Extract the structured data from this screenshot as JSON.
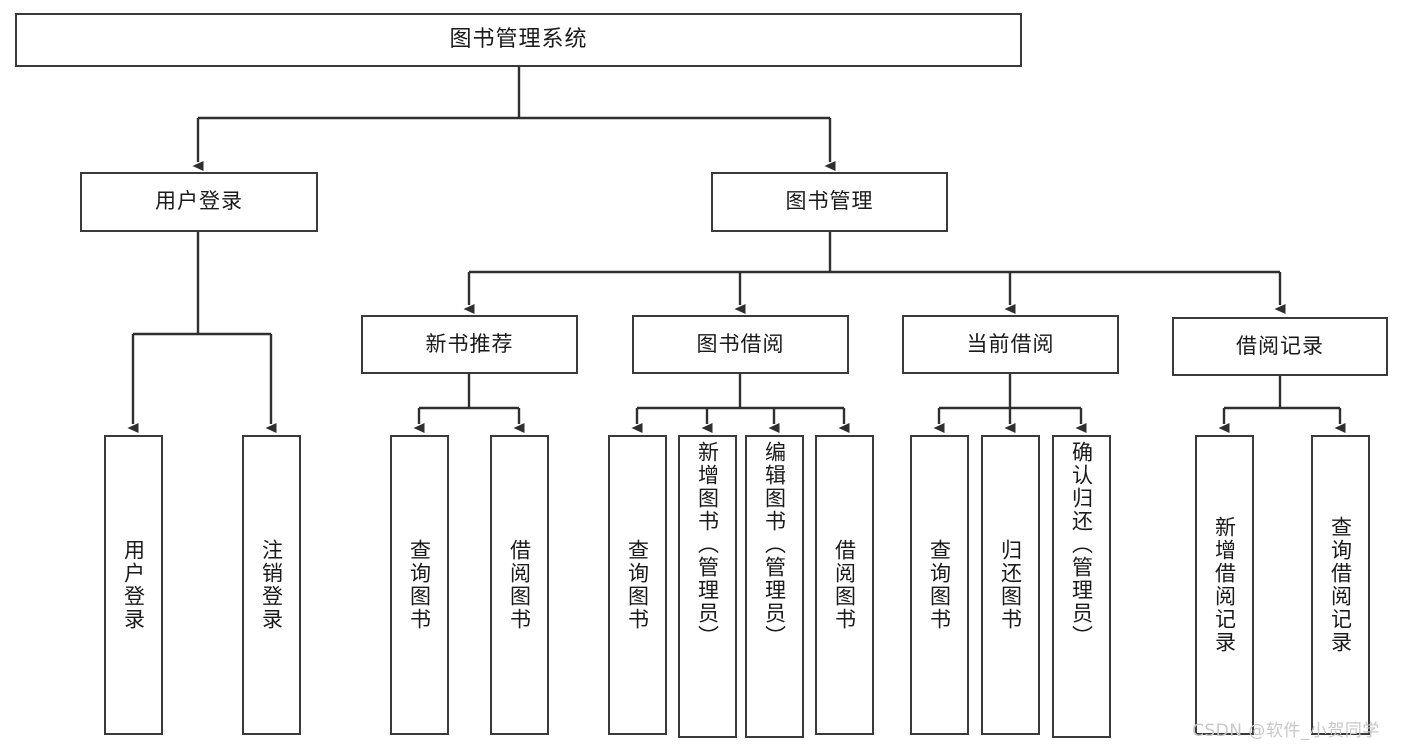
{
  "diagram": {
    "title": "图书管理系统",
    "watermark": "CSDN @软件_小贺同学",
    "line_color": "#3a3a3a",
    "box_fill": "#ffffff",
    "text_color": "#1a1a1a",
    "watermark_color": "#c8c8c8"
  },
  "nodes": {
    "root": {
      "label": "图书管理系统"
    },
    "level1": [
      {
        "id": "user-login",
        "label": "用户登录"
      },
      {
        "id": "book-manage",
        "label": "图书管理"
      }
    ],
    "level2": [
      {
        "id": "new-book-recommend",
        "label": "新书推荐"
      },
      {
        "id": "book-borrow",
        "label": "图书借阅"
      },
      {
        "id": "current-borrow",
        "label": "当前借阅"
      },
      {
        "id": "borrow-record",
        "label": "借阅记录"
      }
    ],
    "leaves": {
      "user-login": [
        {
          "id": "leaf-user-login",
          "label": "用户登录"
        },
        {
          "id": "leaf-user-logout",
          "label": "注销登录"
        }
      ],
      "new-book-recommend": [
        {
          "id": "leaf-query-book-1",
          "label": "查询图书"
        },
        {
          "id": "leaf-borrow-book-1",
          "label": "借阅图书"
        }
      ],
      "book-borrow": [
        {
          "id": "leaf-query-book-2",
          "label": "查询图书"
        },
        {
          "id": "leaf-add-book-admin",
          "label": "新增图书（管理员）"
        },
        {
          "id": "leaf-edit-book-admin",
          "label": "编辑图书（管理员）"
        },
        {
          "id": "leaf-borrow-book-2",
          "label": "借阅图书"
        }
      ],
      "current-borrow": [
        {
          "id": "leaf-query-book-3",
          "label": "查询图书"
        },
        {
          "id": "leaf-return-book",
          "label": "归还图书"
        },
        {
          "id": "leaf-confirm-return-admin",
          "label": "确认归还（管理员）"
        }
      ],
      "borrow-record": [
        {
          "id": "leaf-add-borrow-record",
          "label": "新增借阅记录"
        },
        {
          "id": "leaf-query-borrow-record",
          "label": "查询借阅记录"
        }
      ]
    }
  },
  "chart_data": {
    "type": "tree",
    "title": "图书管理系统 功能结构图",
    "root": "图书管理系统",
    "edges": [
      [
        "图书管理系统",
        "用户登录"
      ],
      [
        "图书管理系统",
        "图书管理"
      ],
      [
        "用户登录",
        "用户登录"
      ],
      [
        "用户登录",
        "注销登录"
      ],
      [
        "图书管理",
        "新书推荐"
      ],
      [
        "图书管理",
        "图书借阅"
      ],
      [
        "图书管理",
        "当前借阅"
      ],
      [
        "图书管理",
        "借阅记录"
      ],
      [
        "新书推荐",
        "查询图书"
      ],
      [
        "新书推荐",
        "借阅图书"
      ],
      [
        "图书借阅",
        "查询图书"
      ],
      [
        "图书借阅",
        "新增图书（管理员）"
      ],
      [
        "图书借阅",
        "编辑图书（管理员）"
      ],
      [
        "图书借阅",
        "借阅图书"
      ],
      [
        "当前借阅",
        "查询图书"
      ],
      [
        "当前借阅",
        "归还图书"
      ],
      [
        "当前借阅",
        "确认归还（管理员）"
      ],
      [
        "借阅记录",
        "新增借阅记录"
      ],
      [
        "借阅记录",
        "查询借阅记录"
      ]
    ]
  }
}
